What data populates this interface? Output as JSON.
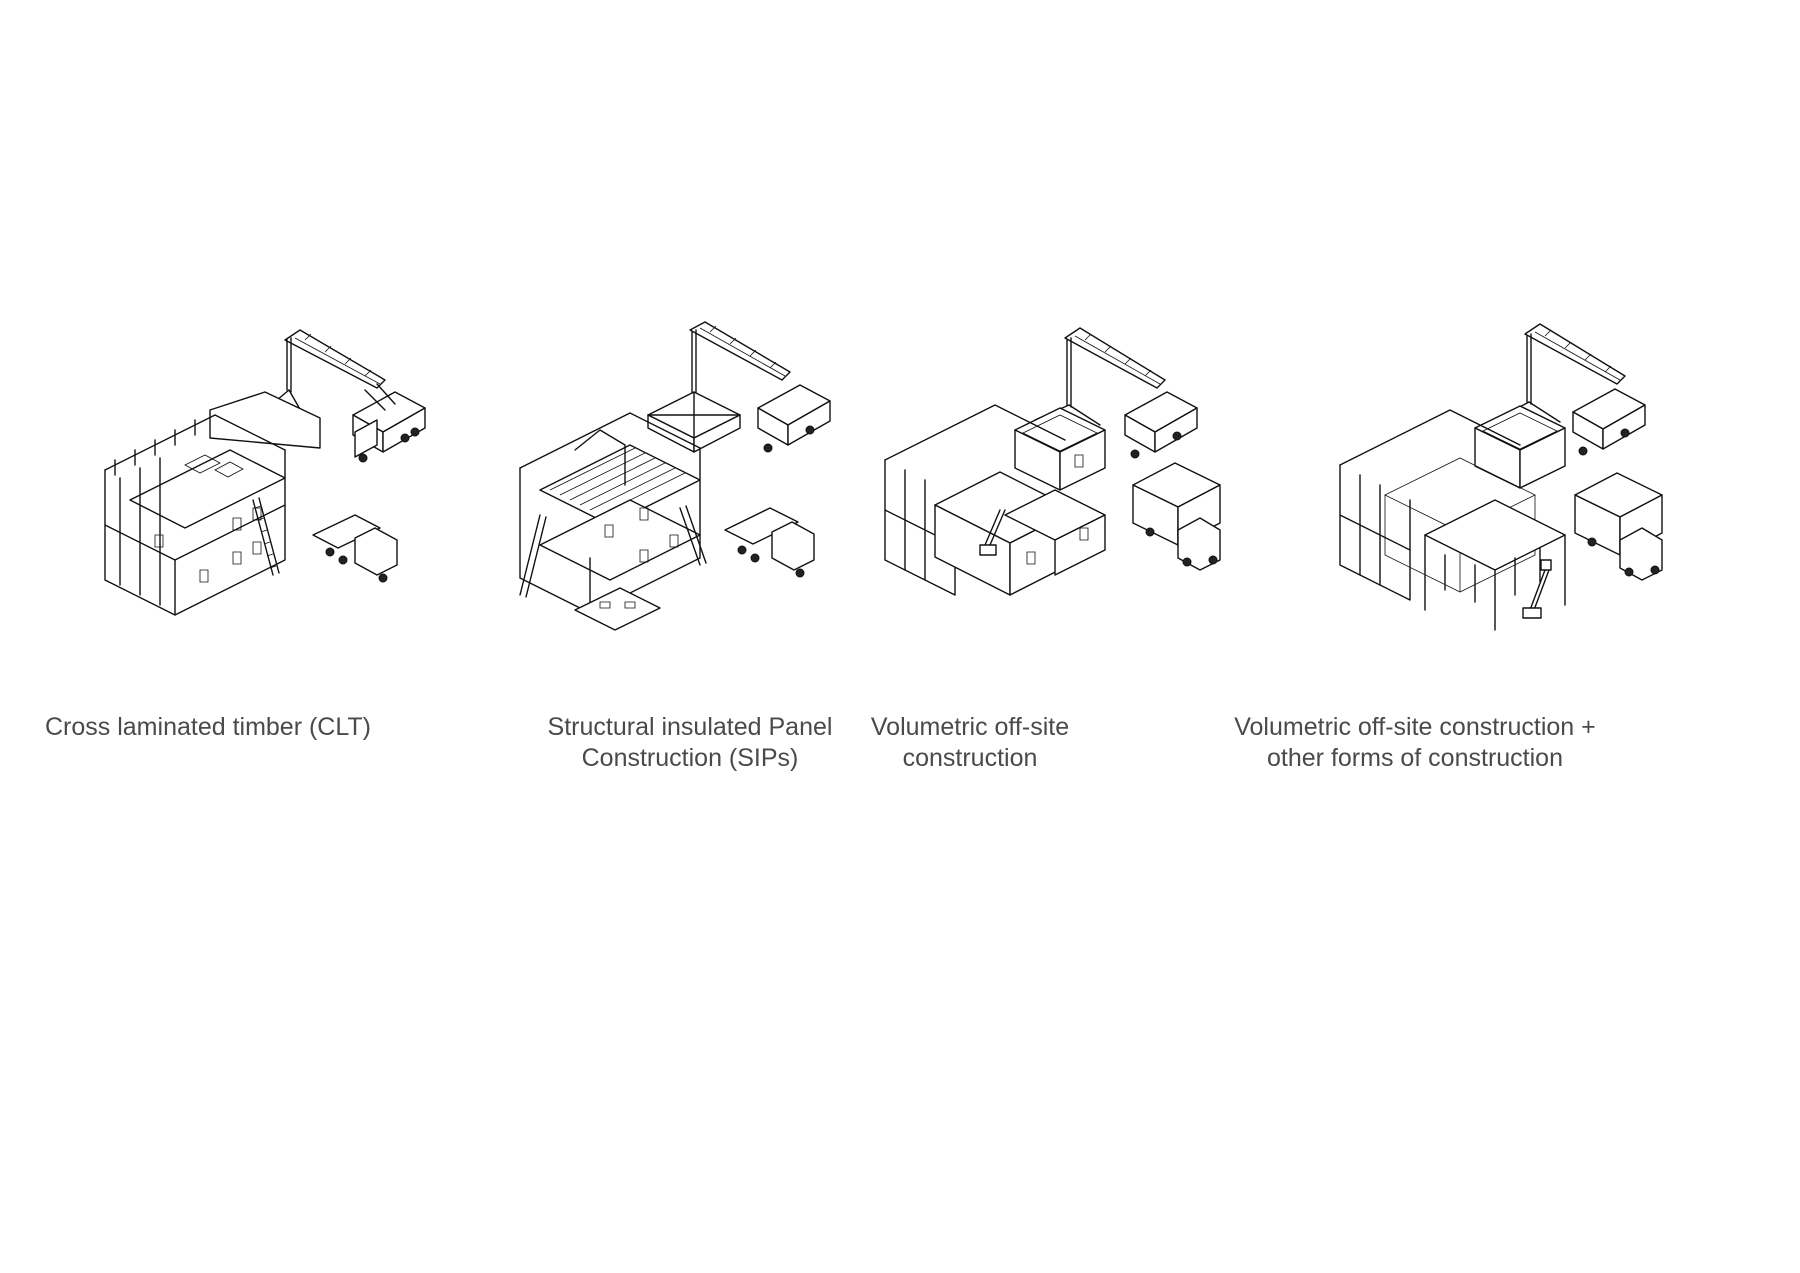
{
  "panels": [
    {
      "caption_lines": [
        "Cross laminated timber (CLT)"
      ],
      "method": "clt"
    },
    {
      "caption_lines": [
        "Structural insulated Panel",
        "Construction (SIPs)"
      ],
      "method": "sips"
    },
    {
      "caption_lines": [
        "Volumetric off-site",
        "construction"
      ],
      "method": "volumetric"
    },
    {
      "caption_lines": [
        "Volumetric off-site construction +",
        "other forms of construction"
      ],
      "method": "hybrid"
    }
  ],
  "colors": {
    "line": "#111111",
    "caption": "#4a4a4a",
    "background": "#ffffff"
  }
}
